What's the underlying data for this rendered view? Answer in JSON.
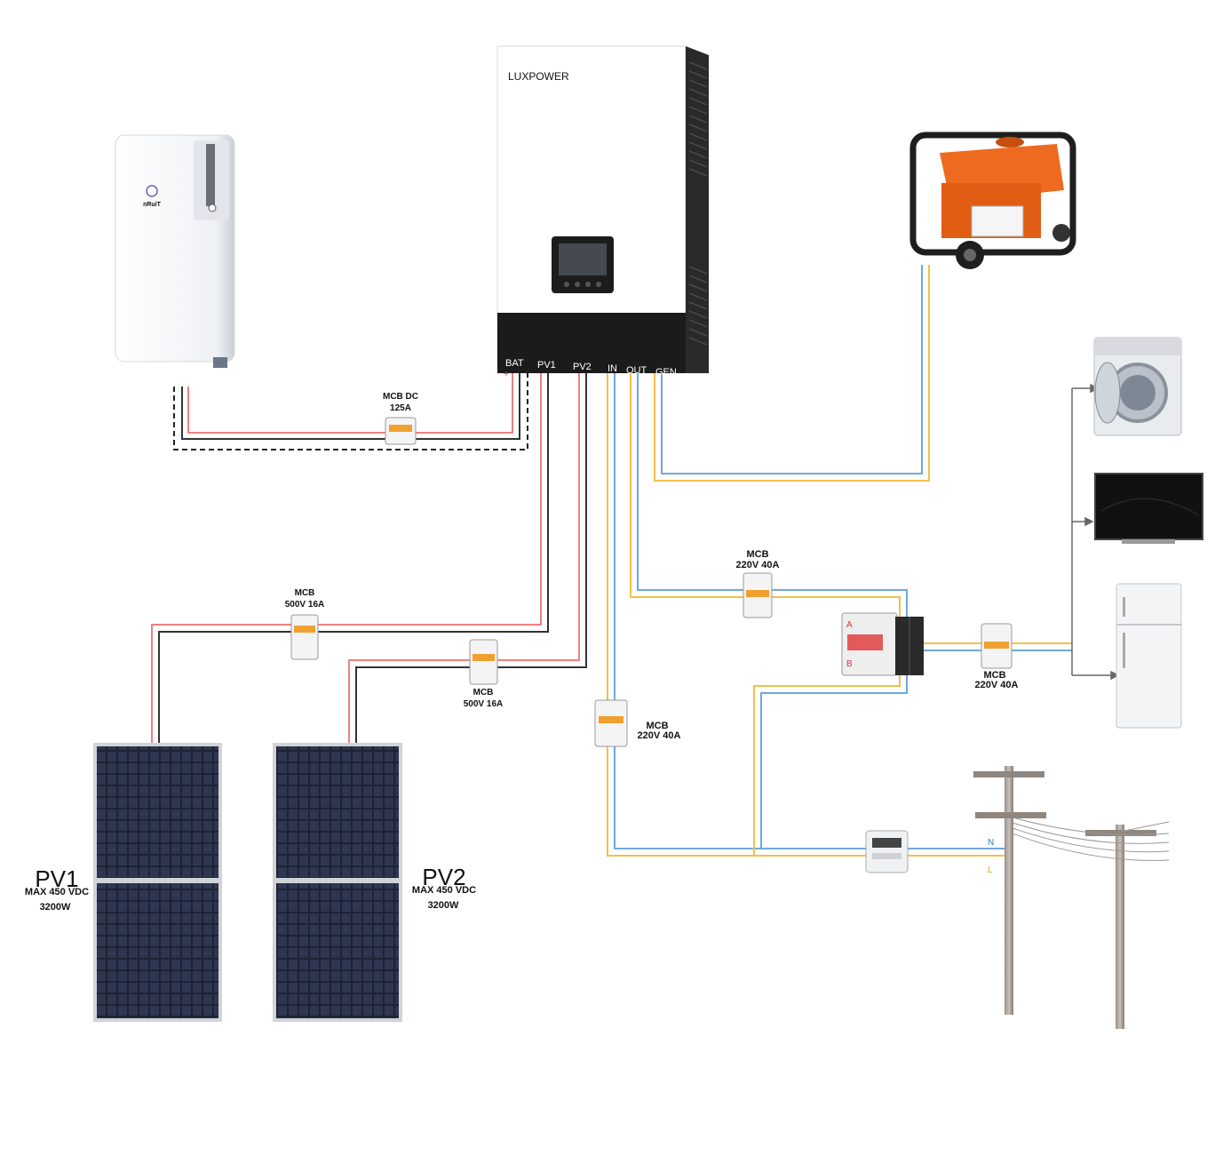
{
  "inverter": {
    "brand": "LUXPOWER",
    "ports": {
      "bat": "BAT",
      "pv1": "PV1",
      "pv2": "PV2",
      "in": "IN",
      "out": "OUT",
      "gen": "GEN"
    }
  },
  "battery": {
    "brand": "nRuiT",
    "polarity_plus": "+"
  },
  "breakers": {
    "dc_battery": {
      "title": "MCB DC",
      "rating": "125A"
    },
    "pv1": {
      "title": "MCB",
      "rating": "500V 16A"
    },
    "pv2": {
      "title": "MCB",
      "rating": "500V 16A"
    },
    "out": {
      "title": "MCB",
      "rating": "220V 40A"
    },
    "in": {
      "title": "MCB",
      "rating": "220V 40A"
    },
    "load": {
      "title": "MCB",
      "rating": "220V 40A"
    }
  },
  "ats": {
    "input_a": "A",
    "input_b": "B"
  },
  "grid": {
    "neutral": "N",
    "line": "L"
  },
  "pv_arrays": [
    {
      "name": "PV1",
      "voltage": "MAX 450 VDC",
      "power": "3200W"
    },
    {
      "name": "PV2",
      "voltage": "MAX 450 VDC",
      "power": "3200W"
    }
  ],
  "colors": {
    "positive": "#f08080",
    "negative": "#333333",
    "ac_live": "#f2c04a",
    "ac_neutral": "#6fa8dc",
    "inverter_base": "#1b1b1b",
    "generator": "#ee6a1e"
  }
}
